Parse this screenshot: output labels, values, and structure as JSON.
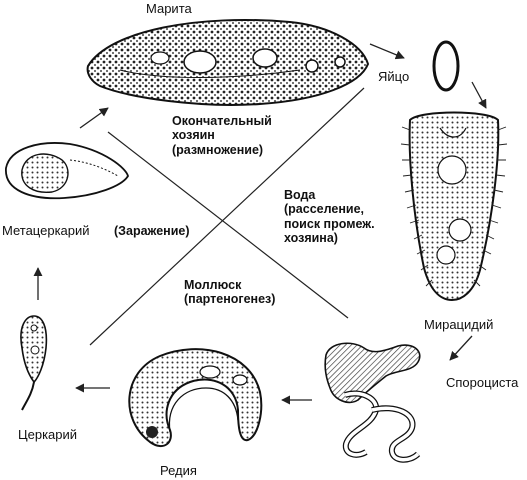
{
  "stages": {
    "marita": "Марита",
    "egg": "Яйцо",
    "miracidium": "Мирацидий",
    "sporocyst": "Спороциста",
    "redia": "Редия",
    "cercaria": "Церкарий",
    "metacercaria": "Метацеркарий"
  },
  "sectors": {
    "definitive_host": "Окончательный\nхозяин\n(размножение)",
    "water": "Вода\n(расселение,\nпоиск промеж.\nхозяина)",
    "mollusk": "Моллюск\n(партеногенез)",
    "infection": "(Заражение)"
  }
}
